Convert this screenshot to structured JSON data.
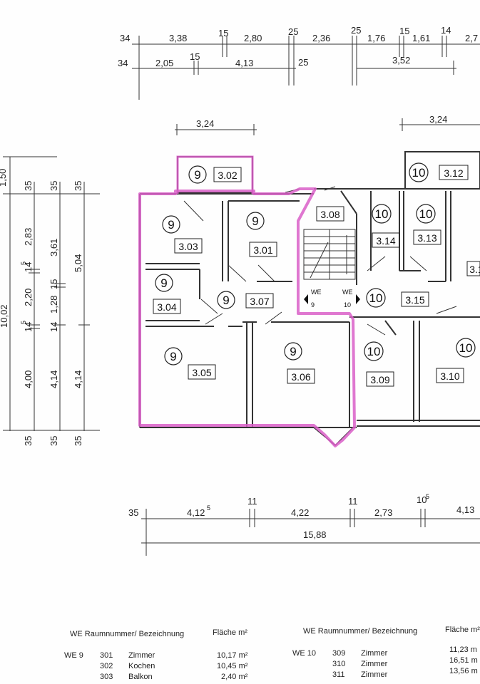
{
  "dims_top": {
    "row1": [
      "34",
      "3,38",
      "15",
      "2,80",
      "25",
      "2,36",
      "25",
      "1,76",
      "15",
      "1,61",
      "14",
      "2,7"
    ],
    "row2": [
      "34",
      "2,05",
      "15",
      "4,13",
      "25",
      "3,52"
    ],
    "width_left": "3,24",
    "width_right": "3,24"
  },
  "dims_left": [
    "1,50",
    "35",
    "35",
    "35",
    "2,83",
    "3,61",
    "5,04",
    "14",
    "5",
    "2,20",
    "15",
    "1,28",
    "14",
    "5",
    "10,02",
    "14",
    "4,00",
    "4,14",
    "4,14",
    "35",
    "35",
    "35"
  ],
  "dims_bottom": [
    "35",
    "4,12",
    "5",
    "11",
    "4,22",
    "11",
    "2,73",
    "10",
    "5",
    "4,13",
    "15,88"
  ],
  "units": {
    "u9": "9",
    "u10": "10"
  },
  "rooms": [
    "3.02",
    "3.03",
    "3.01",
    "3.08",
    "3.14",
    "3.13",
    "3.04",
    "3.07",
    "3.15",
    "3.05",
    "3.06",
    "3.09",
    "3.10",
    "3.1"
  ],
  "entrances": {
    "we": "WE",
    "we9": "9",
    "we10": "10"
  },
  "table": {
    "left_header": [
      "WE Raumnummer/ Bezeichnung",
      "Fläche m²"
    ],
    "right_header": [
      "WE Raumnummer/ Bezeichnung",
      "Fläche m²"
    ],
    "left_rows": [
      [
        "WE 9",
        "301",
        "Zimmer",
        "10,17 m²"
      ],
      [
        "",
        "302",
        "Kochen",
        "10,45 m²"
      ],
      [
        "",
        "303",
        "Balkon",
        "2,40 m²"
      ]
    ],
    "right_rows": [
      [
        "WE 10",
        "309",
        "Zimmer",
        "11,23 m"
      ],
      [
        "",
        "310",
        "Zimmer",
        "16,51 m"
      ],
      [
        "",
        "311",
        "Zimmer",
        "13,56 m"
      ]
    ]
  },
  "colors": {
    "highlight": "#d95fc8",
    "line": "#333333"
  }
}
